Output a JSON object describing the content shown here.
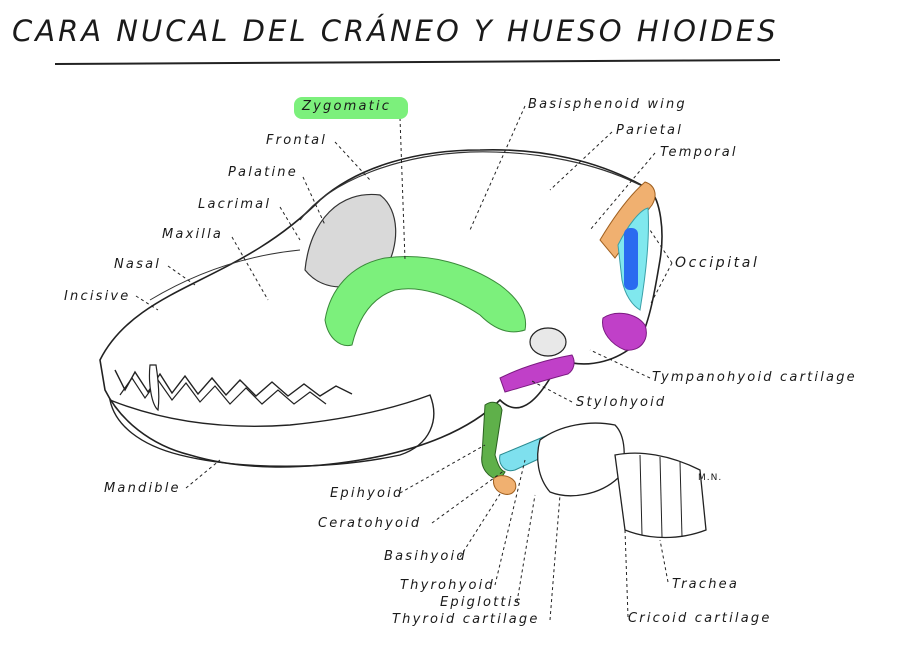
{
  "title": "CARA NUCAL DEL CRÁNEO Y HUESO HIOIDES",
  "labels": {
    "zygomatic": "Zygomatic",
    "frontal": "Frontal",
    "palatine": "Palatine",
    "lacrimal": "Lacrimal",
    "maxilla": "Maxilla",
    "nasal": "Nasal",
    "incisive": "Incisive",
    "basisphenoid": "Basisphenoid wing",
    "parietal": "Parietal",
    "temporal": "Temporal",
    "occipital": "Occipital",
    "tympanohyoid": "Tympanohyoid cartilage",
    "stylohyoid": "Stylohyoid",
    "mandible": "Mandible",
    "epihyoid": "Epihyoid",
    "ceratohyoid": "Ceratohyoid",
    "basihyoid": "Basihyoid",
    "thyrohyoid": "Thyrohyoid",
    "epiglottis": "Epiglottis",
    "thyroid": "Thyroid cartilage",
    "trachea": "Trachea",
    "cricoid": "Cricoid cartilage",
    "signature": "M.N."
  },
  "colors": {
    "zygomatic": "#7cf07c",
    "temporal": "#f0b070",
    "occipital_blue": "#2a6bf0",
    "occipital_cyan": "#80e8ee",
    "tympanohyoid": "#c040c8",
    "epihyoid": "#5fb04a",
    "ceratohyoid": "#7ee0ee",
    "basihyoid": "#f0b070"
  }
}
